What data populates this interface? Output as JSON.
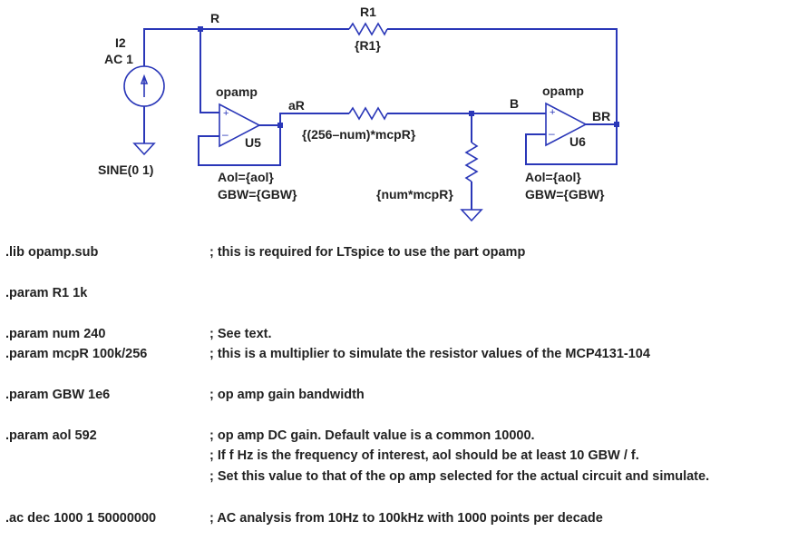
{
  "colors": {
    "wire": "#2a37b8",
    "text": "#222222",
    "background": "#ffffff"
  },
  "schematic": {
    "source": {
      "name": "I2",
      "value": "AC 1",
      "transient": "SINE(0 1)",
      "icon": "current-source-icon"
    },
    "nets": {
      "R": "R",
      "aR": "aR",
      "B": "B",
      "BR": "BR"
    },
    "r1": {
      "name": "R1",
      "value": "{R1}"
    },
    "r_series": {
      "value": "{(256–num)*mcpR}"
    },
    "r_shunt": {
      "value": "{num*mcpR}"
    },
    "u5": {
      "model": "opamp",
      "name": "U5",
      "aol": "Aol={aol}",
      "gbw": "GBW={GBW}",
      "plus": "+",
      "minus": "–"
    },
    "u6": {
      "model": "opamp",
      "name": "U6",
      "aol": "Aol={aol}",
      "gbw": "GBW={GBW}",
      "plus": "+",
      "minus": "–"
    }
  },
  "directives": [
    {
      "cmd": ".lib opamp.sub",
      "comments": [
        "; this is required for LTspice to use the part opamp"
      ]
    },
    {
      "cmd": ".param R1 1k",
      "comments": []
    },
    {
      "cmd": ".param num 240",
      "comments": [
        "; See text."
      ]
    },
    {
      "cmd": ".param mcpR 100k/256",
      "comments": [
        "; this is a multiplier to simulate the resistor values of the MCP4131-104"
      ]
    },
    {
      "cmd": ".param GBW 1e6",
      "comments": [
        "; op amp gain bandwidth"
      ]
    },
    {
      "cmd": ".param aol 592",
      "comments": [
        "; op amp DC gain. Default value is a common 10000.",
        "; If f Hz is the frequency of interest, aol should be at least 10 GBW / f.",
        "; Set this value to that of the op amp selected for the actual circuit and simulate."
      ]
    },
    {
      "cmd": ".ac dec 1000 1 50000000",
      "comments": [
        "; AC analysis from 10Hz to 100kHz with 1000 points per decade"
      ]
    }
  ]
}
